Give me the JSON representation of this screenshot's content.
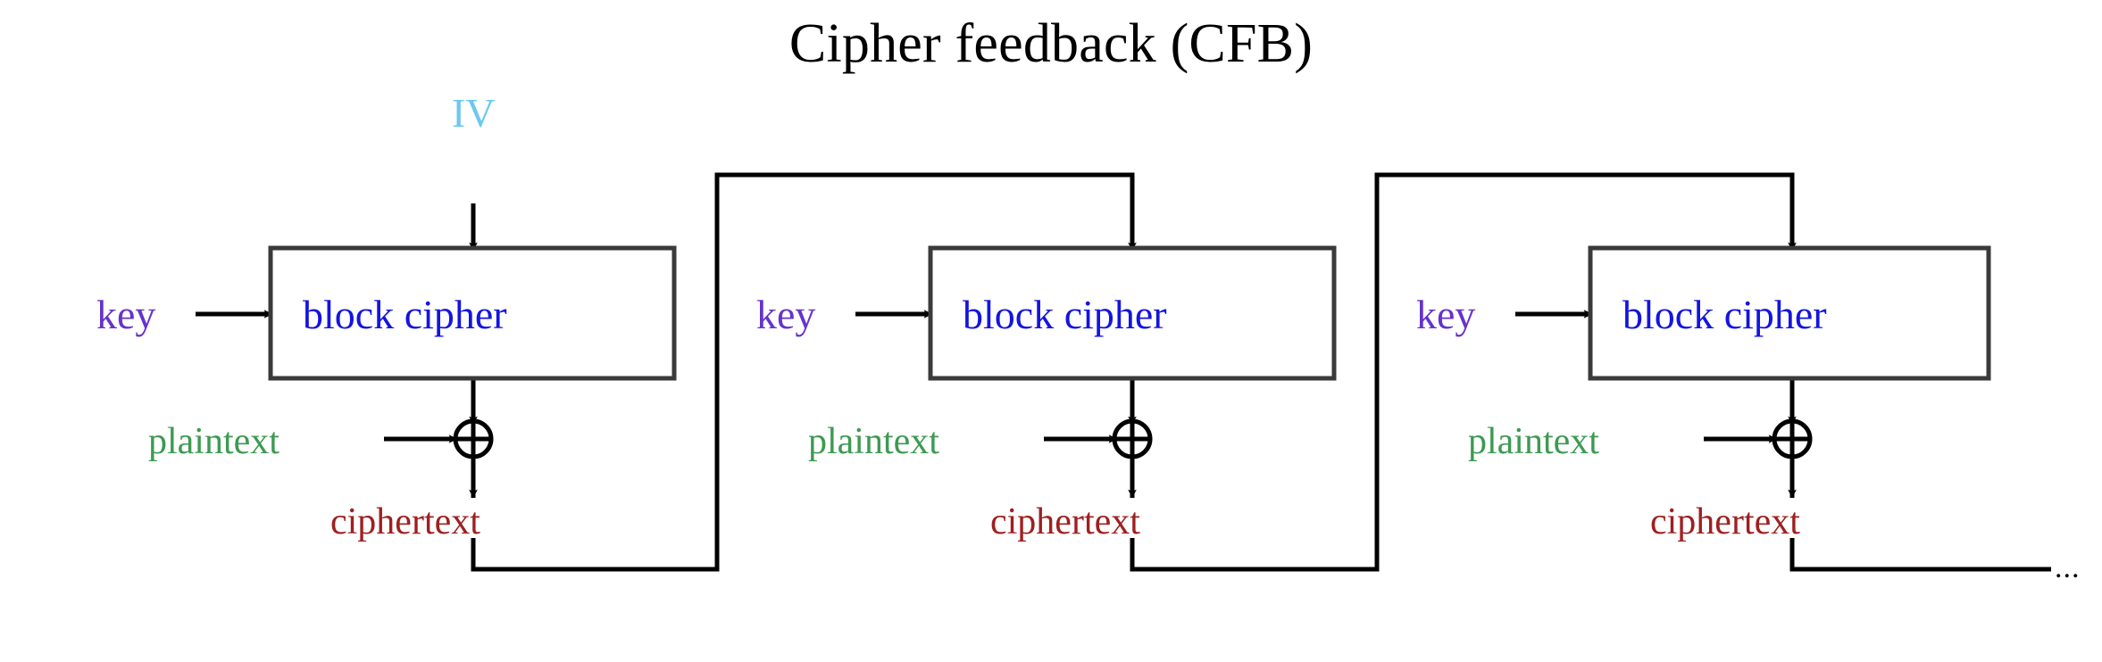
{
  "title": "Cipher feedback (CFB)",
  "diagram": {
    "type": "block-diagram",
    "mode": "CFB",
    "colors": {
      "iv": "#6DC8F0",
      "key": "#6633CC",
      "block_cipher": "#1414E0",
      "plaintext": "#3D9A52",
      "ciphertext": "#9E2020",
      "box_border": "#3A3A3A",
      "wire": "#000000",
      "background": "#FFFFFF",
      "title": "#000000"
    },
    "trailing_ellipsis": "...",
    "stages": [
      {
        "index": 1,
        "iv_label": "IV",
        "key_label": "key",
        "block_label": "block cipher",
        "plaintext_label": "plaintext",
        "ciphertext_label": "ciphertext",
        "xor_symbol": "⊕",
        "top_input_source": "IV"
      },
      {
        "index": 2,
        "iv_label": "",
        "key_label": "key",
        "block_label": "block cipher",
        "plaintext_label": "plaintext",
        "ciphertext_label": "ciphertext",
        "xor_symbol": "⊕",
        "top_input_source": "ciphertext of stage 1"
      },
      {
        "index": 3,
        "iv_label": "",
        "key_label": "key",
        "block_label": "block cipher",
        "plaintext_label": "plaintext",
        "ciphertext_label": "ciphertext",
        "xor_symbol": "⊕",
        "top_input_source": "ciphertext of stage 2"
      }
    ]
  }
}
